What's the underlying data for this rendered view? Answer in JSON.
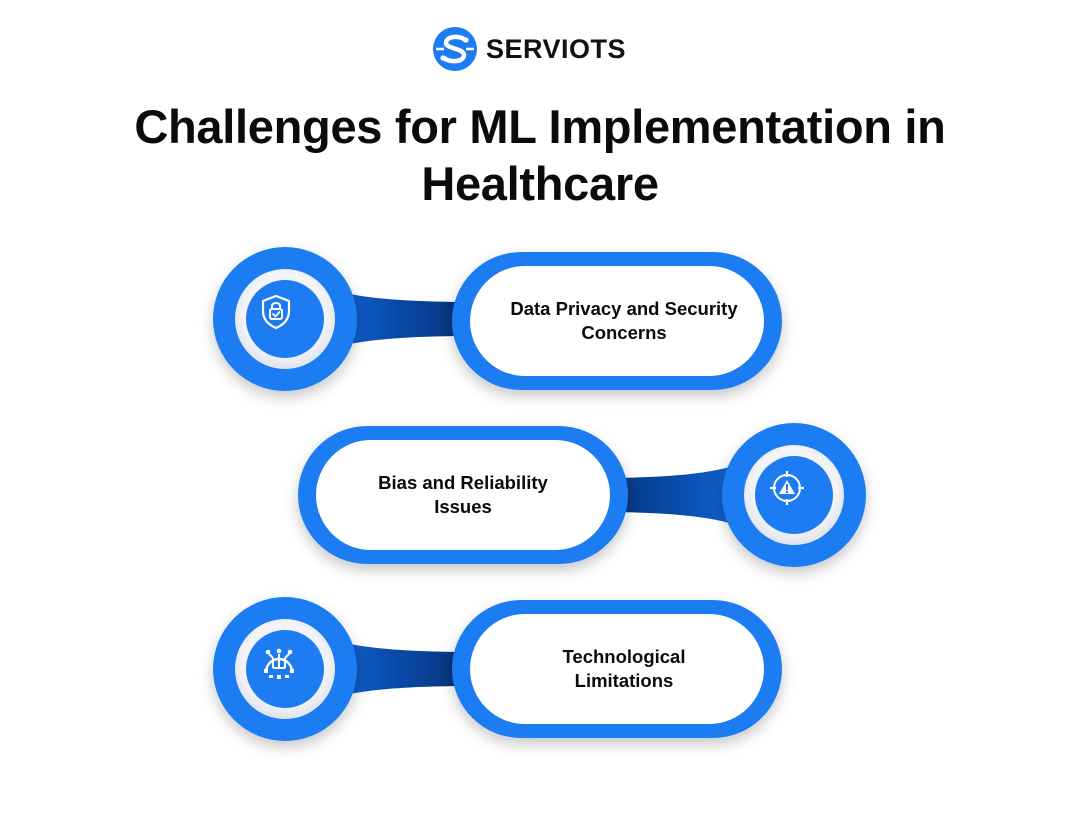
{
  "brand": {
    "name": "SERVIOTS",
    "logo_icon": "serviots-s-logo",
    "color": "#1e7cf2"
  },
  "title": {
    "line1": "Challenges for ML Implementation in",
    "line2": "Healthcare"
  },
  "colors": {
    "primary": "#1e7cf2",
    "dark_connector": "#073d8c",
    "text": "#0b0b0b"
  },
  "challenges": [
    {
      "line1": "Data Privacy and Security",
      "line2": "Concerns",
      "icon": "shield-lock-icon",
      "icon_side": "left"
    },
    {
      "line1": "Bias and Reliability",
      "line2": "Issues",
      "icon": "warning-target-icon",
      "icon_side": "right"
    },
    {
      "line1": "Technological",
      "line2": "Limitations",
      "icon": "gear-circuit-icon",
      "icon_side": "left"
    }
  ]
}
